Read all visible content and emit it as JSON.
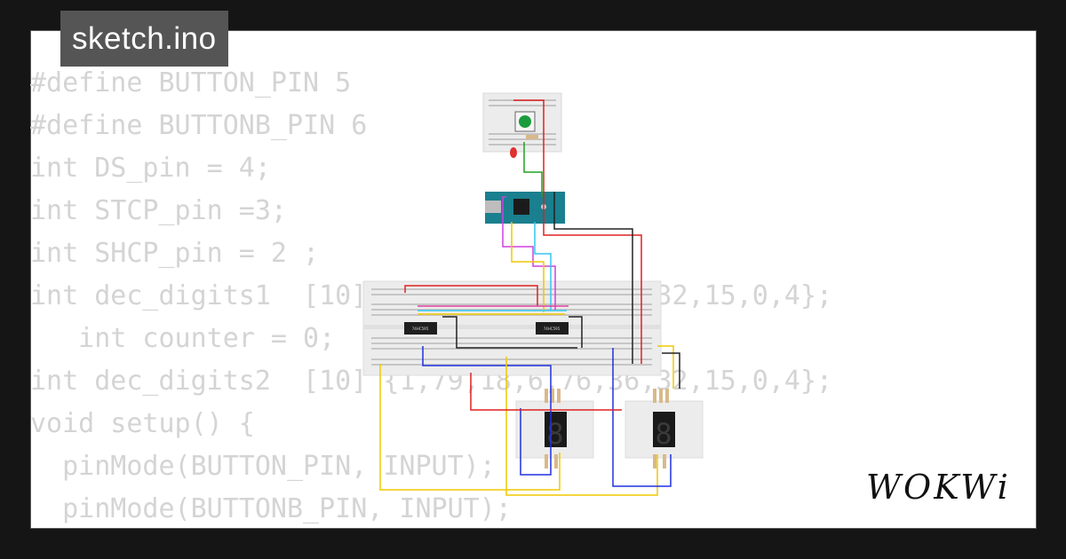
{
  "file_tab": {
    "title": "sketch.ino"
  },
  "code_lines": [
    "#define BUTTON_PIN 5",
    "#define BUTTONB_PIN 6",
    "int DS_pin = 4;",
    "int STCP_pin =3;",
    "int SHCP_pin = 2 ;",
    "int dec_digits1  [10] {1,79,18,6,76,36,32,15,0,4};",
    "   int counter = 0;",
    "int dec_digits2  [10] {1,79,18,6,76,36,32,15,0,4};",
    "void setup() {",
    "  pinMode(BUTTON_PIN, INPUT);",
    "  pinMode(BUTTONB_PIN, INPUT);"
  ],
  "brand": {
    "logo_text": "WOKWi"
  },
  "circuit": {
    "chip_labels": [
      "74HC595",
      "74HC595"
    ],
    "segment_digits": [
      "8",
      "8"
    ],
    "colors": {
      "breadboard": "#ececec",
      "arduino": "#1a7f8e",
      "button": "#1a9c3c",
      "led": "#e03030",
      "wire_red": "#e02020",
      "wire_black": "#222222",
      "wire_yellow": "#f0c800",
      "wire_magenta": "#d040e0",
      "wire_cyan": "#30c8f0",
      "wire_green": "#20a020",
      "wire_blue": "#2030e0",
      "segment_display": "#1a1a1a"
    }
  }
}
